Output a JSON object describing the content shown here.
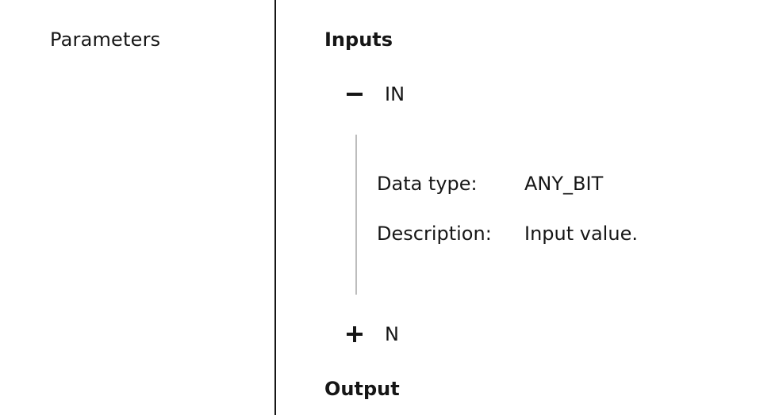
{
  "sidebar": {
    "label": "Parameters"
  },
  "inputs": {
    "heading": "Inputs",
    "items": [
      {
        "name": "IN",
        "expanded": true,
        "toggle_icon": "minus-icon",
        "fields": [
          {
            "key": "Data type:",
            "value": "ANY_BIT"
          },
          {
            "key": "Description:",
            "value": "Input value."
          }
        ]
      },
      {
        "name": "N",
        "expanded": false,
        "toggle_icon": "plus-icon"
      }
    ]
  },
  "output": {
    "heading": "Output"
  }
}
